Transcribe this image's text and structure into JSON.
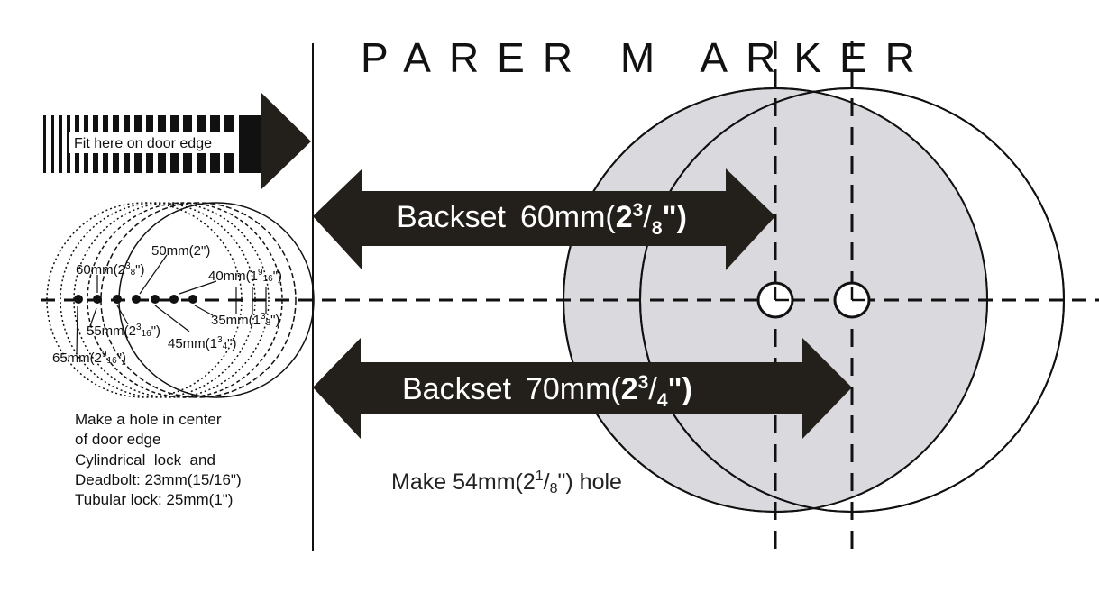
{
  "title": "PARER M ARKER",
  "edge_arrow": {
    "label": "Fit here on door edge"
  },
  "backset_60": {
    "prefix": "Backset",
    "value": "60mm(",
    "whole": "2",
    "num": "3",
    "slash": "/",
    "den": "8",
    "suffix": "\")"
  },
  "backset_70": {
    "prefix": "Backset",
    "value": "70mm(",
    "whole": "2",
    "num": "3",
    "slash": "/",
    "den": "4",
    "suffix": "\")"
  },
  "hole_size": {
    "prefix": "Make 54mm(2",
    "num": "1",
    "slash": "/",
    "den": "8",
    "suffix": "\") hole"
  },
  "mini_markers": [
    {
      "id": "50",
      "text": "50mm(2\")"
    },
    {
      "id": "60",
      "text": "60mm(2",
      "num": "3",
      "den": "8",
      "tail": "\")"
    },
    {
      "id": "40",
      "text": "40mm(1",
      "num": "9",
      "den": "16",
      "tail": "\")"
    },
    {
      "id": "55",
      "text": "55mm(2",
      "num": "3",
      "den": "16",
      "tail": "\")"
    },
    {
      "id": "35",
      "text": "35mm(1",
      "num": "3",
      "den": "8",
      "tail": "\")"
    },
    {
      "id": "45",
      "text": "45mm(1",
      "num": "3",
      "den": "4",
      "tail": "\")"
    },
    {
      "id": "65",
      "text": "65mm(2",
      "num": "9",
      "den": "16",
      "tail": "\")"
    }
  ],
  "notes": [
    "Make a hole in center",
    "of door edge",
    "Cylindrical  lock  and",
    "Deadbolt: 23mm(15/16\")",
    "Tubular lock: 25mm(1\")"
  ],
  "colors": {
    "ink": "#231f1a",
    "circle_fill": "#d9d9de",
    "paper": "#ffffff"
  }
}
